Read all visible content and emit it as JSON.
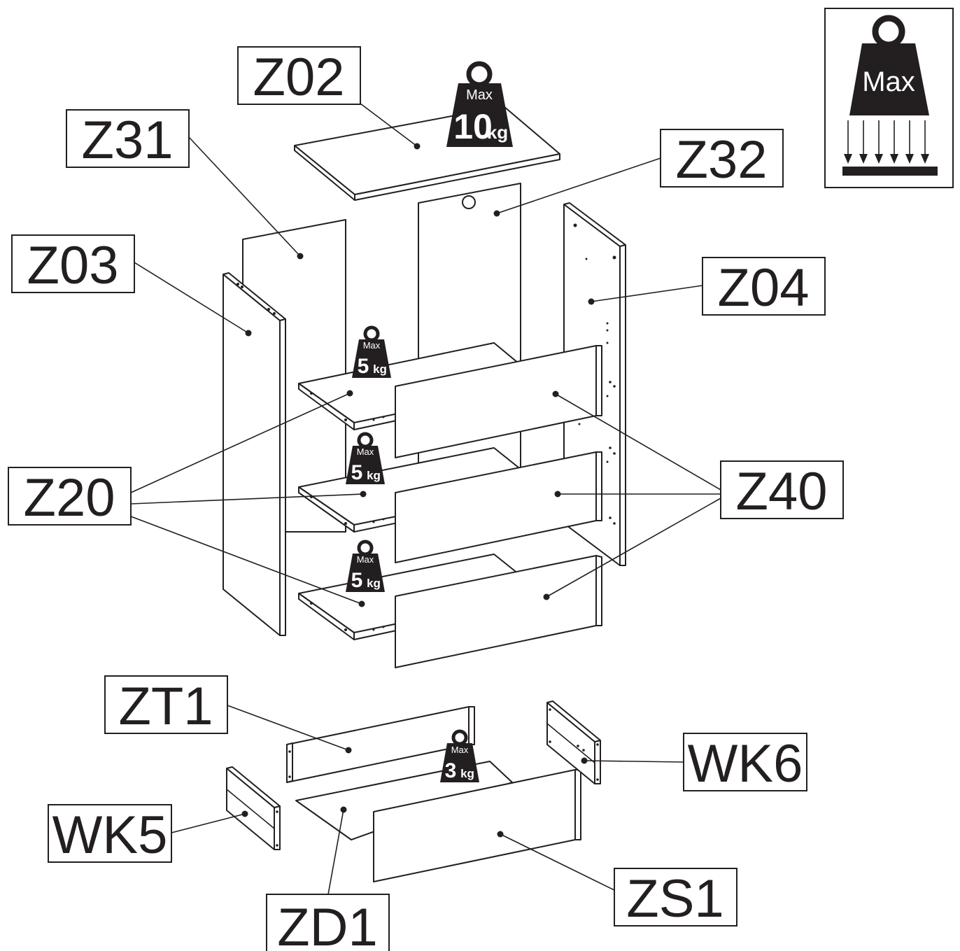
{
  "parts": {
    "z02": "Z02",
    "z31": "Z31",
    "z32": "Z32",
    "z03": "Z03",
    "z04": "Z04",
    "z20": "Z20",
    "z40": "Z40",
    "zt1": "ZT1",
    "wk6": "WK6",
    "wk5": "WK5",
    "zs1": "ZS1",
    "zd1": "ZD1"
  },
  "weights": {
    "legend": {
      "max": "Max"
    },
    "top_shelf": {
      "max": "Max",
      "value": "10",
      "unit": "kg"
    },
    "shelf_1": {
      "max": "Max",
      "value": "5",
      "unit": "kg"
    },
    "shelf_2": {
      "max": "Max",
      "value": "5",
      "unit": "kg"
    },
    "shelf_3": {
      "max": "Max",
      "value": "5",
      "unit": "kg"
    },
    "drawer": {
      "max": "Max",
      "value": "3",
      "unit": "kg"
    }
  }
}
